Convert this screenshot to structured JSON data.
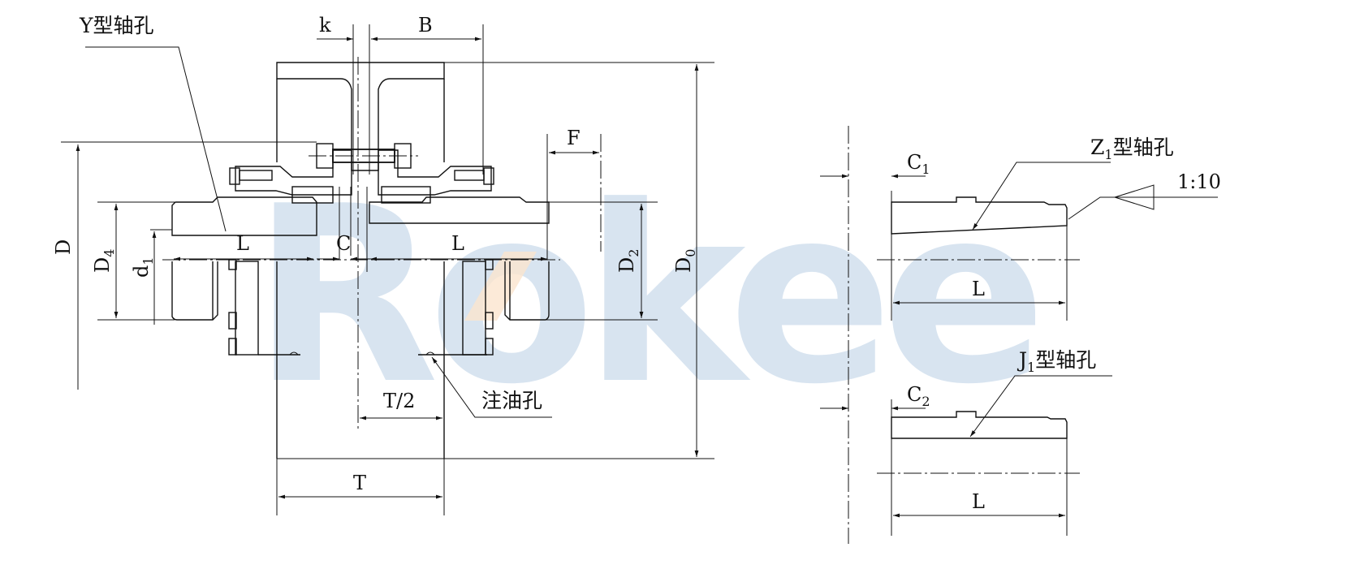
{
  "watermark": {
    "text": "Rokee",
    "color": "#d6e3f0",
    "accent_color": "#fbe3cc"
  },
  "main_view": {
    "callouts": {
      "y_bore": "Y型轴孔",
      "oil_hole": "注油孔"
    },
    "dimensions": {
      "k": "k",
      "B": "B",
      "F": "F",
      "D": "D",
      "D4_main": "D",
      "D4_sub": "4",
      "d1_main": "d",
      "d1_sub": "1",
      "L_left": "L",
      "C": "C",
      "L_right": "L",
      "D2_main": "D",
      "D2_sub": "2",
      "D0_main": "D",
      "D0_sub": "0",
      "T_half": "T/2",
      "T": "T"
    }
  },
  "detail_z1": {
    "callout_main": "Z",
    "callout_sub": "1",
    "callout_suffix": "型轴孔",
    "C1_main": "C",
    "C1_sub": "1",
    "taper": "1:10",
    "L": "L"
  },
  "detail_j1": {
    "callout_main": "J",
    "callout_sub": "1",
    "callout_suffix": "型轴孔",
    "C2_main": "C",
    "C2_sub": "2",
    "L": "L"
  }
}
